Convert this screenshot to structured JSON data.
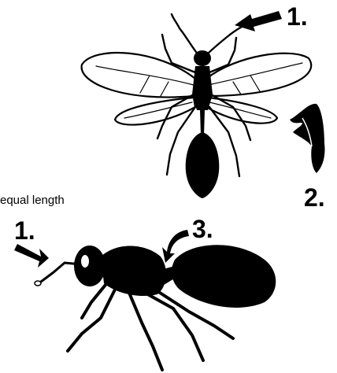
{
  "callouts": {
    "wasp_antenna": "1.",
    "wasp_wing": "2.",
    "ant_antenna": "1.",
    "ant_waist": "3."
  },
  "caption_fragment": "equal length",
  "colors": {
    "ink": "#000000",
    "background": "#ffffff"
  }
}
